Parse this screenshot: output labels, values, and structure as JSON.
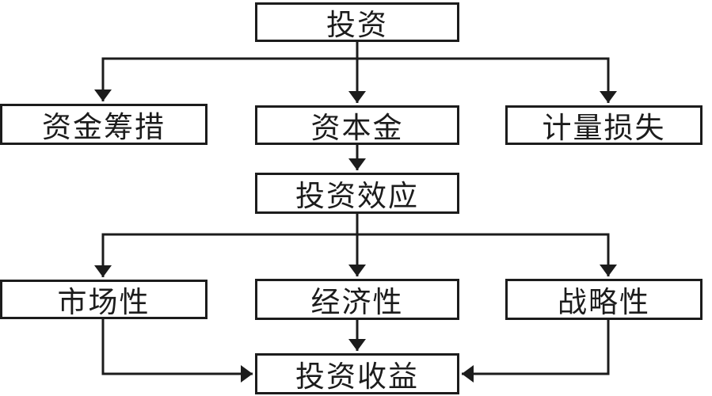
{
  "diagram": {
    "type": "flowchart",
    "nodes": {
      "investment": {
        "label": "投资"
      },
      "fund_raising": {
        "label": "资金筹措"
      },
      "capital": {
        "label": "资本金"
      },
      "loss_measurement": {
        "label": "计量损失"
      },
      "investment_effect": {
        "label": "投资效应"
      },
      "marketability": {
        "label": "市场性"
      },
      "economy": {
        "label": "经济性"
      },
      "strategy": {
        "label": "战略性"
      },
      "investment_return": {
        "label": "投资收益"
      }
    },
    "edges": [
      {
        "from": "investment",
        "to": "fund_raising"
      },
      {
        "from": "investment",
        "to": "capital"
      },
      {
        "from": "investment",
        "to": "loss_measurement"
      },
      {
        "from": "capital",
        "to": "investment_effect"
      },
      {
        "from": "investment_effect",
        "to": "marketability"
      },
      {
        "from": "investment_effect",
        "to": "economy"
      },
      {
        "from": "investment_effect",
        "to": "strategy"
      },
      {
        "from": "marketability",
        "to": "investment_return"
      },
      {
        "from": "economy",
        "to": "investment_return"
      },
      {
        "from": "strategy",
        "to": "investment_return"
      }
    ],
    "colors": {
      "line": "#1c1c1c",
      "box_border": "#1c1c1c",
      "box_fill": "#ffffff",
      "text": "#1c1c1c",
      "background": "#ffffff"
    }
  }
}
